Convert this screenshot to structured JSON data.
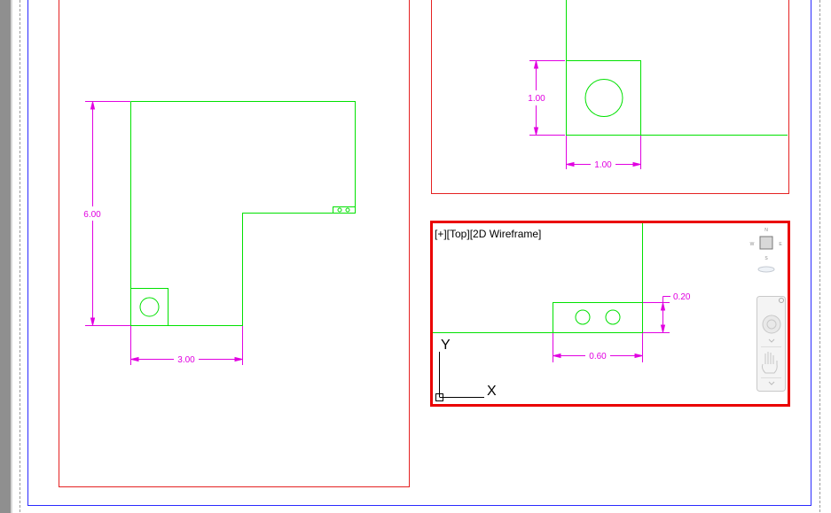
{
  "colors": {
    "geometry": "#00e100",
    "dimension": "#e100e1",
    "viewport_border": "#e52222",
    "active_viewport": "#ea0000",
    "margin_line": "#2b2bff",
    "gray_backdrop": "#8f8f8f"
  },
  "viewports": {
    "active_label": "[+][Top][2D Wireframe]"
  },
  "dimensions": {
    "left_height": "6.00",
    "left_width": "3.00",
    "top_right_height": "1.00",
    "top_right_width": "1.00",
    "detail_height": "0.20",
    "detail_width": "0.60"
  },
  "ucs": {
    "x_label": "X",
    "y_label": "Y"
  },
  "viewcube": {
    "north": "N",
    "south": "S",
    "west": "W",
    "east": "E"
  },
  "navbar": {
    "icons": [
      "steering-wheel-icon",
      "pan-hand-icon"
    ]
  }
}
